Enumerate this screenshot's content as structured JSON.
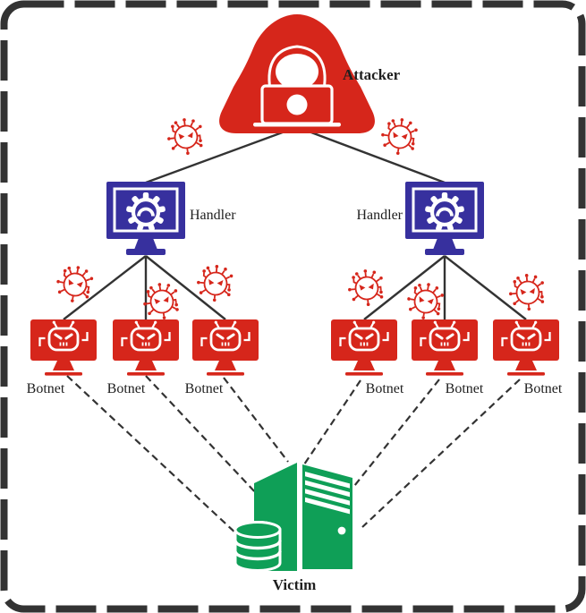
{
  "diagram": {
    "type": "ddos-attack-topology",
    "background": "#ffffff",
    "border_color": "#333333",
    "border_style": "dashed"
  },
  "colors": {
    "attacker_red": "#d6261b",
    "handler_indigo": "#37309e",
    "victim_green": "#0f9f57",
    "connector_line": "#333333",
    "label_text": "#1f1f1f"
  },
  "nodes": {
    "attacker": {
      "label": "Attacker",
      "icon": "hooded-hacker-laptop-icon",
      "color": "#d6261b"
    },
    "handlers": [
      {
        "label": "Handler",
        "icon": "monitor-gear-icon",
        "color": "#37309e"
      },
      {
        "label": "Handler",
        "icon": "monitor-gear-icon",
        "color": "#37309e"
      }
    ],
    "botnets": [
      {
        "label": "Botnet",
        "icon": "monitor-bot-icon",
        "color": "#d6261b"
      },
      {
        "label": "Botnet",
        "icon": "monitor-bot-icon",
        "color": "#d6261b"
      },
      {
        "label": "Botnet",
        "icon": "monitor-bot-icon",
        "color": "#d6261b"
      },
      {
        "label": "Botnet",
        "icon": "monitor-bot-icon",
        "color": "#d6261b"
      },
      {
        "label": "Botnet",
        "icon": "monitor-bot-icon",
        "color": "#d6261b"
      },
      {
        "label": "Botnet",
        "icon": "monitor-bot-icon",
        "color": "#d6261b"
      }
    ],
    "victim": {
      "label": "Victim",
      "icon": "server-database-icon",
      "color": "#0f9f57"
    },
    "malware": {
      "icon": "virus-icon",
      "count": 8,
      "color": "#d6261b"
    }
  },
  "connections": {
    "attacker_to_handlers": {
      "style": "solid",
      "count": 2
    },
    "handlers_to_botnets": {
      "style": "solid",
      "count": 6
    },
    "botnets_to_victim": {
      "style": "dashed",
      "count": 6
    }
  }
}
